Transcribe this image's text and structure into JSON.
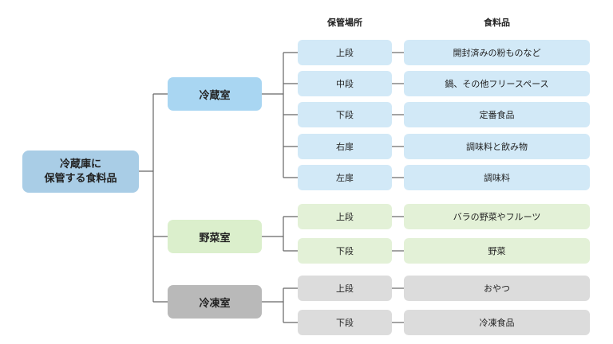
{
  "headers": {
    "place": "保管場所",
    "food": "食料品"
  },
  "root": {
    "line1": "冷蔵庫に",
    "line2": "保管する食料品"
  },
  "categories": [
    {
      "label": "冷蔵室",
      "items": [
        {
          "place": "上段",
          "food": "開封済みの粉ものなど"
        },
        {
          "place": "中段",
          "food": "鍋、その他フリースペース"
        },
        {
          "place": "下段",
          "food": "定番食品"
        },
        {
          "place": "右扉",
          "food": "調味料と飲み物"
        },
        {
          "place": "左扉",
          "food": "調味料"
        }
      ]
    },
    {
      "label": "野菜室",
      "items": [
        {
          "place": "上段",
          "food": "バラの野菜やフルーツ"
        },
        {
          "place": "下段",
          "food": "野菜"
        }
      ]
    },
    {
      "label": "冷凍室",
      "items": [
        {
          "place": "上段",
          "food": "おやつ"
        },
        {
          "place": "下段",
          "food": "冷凍食品"
        }
      ]
    }
  ],
  "colors": {
    "root": "#a9cde6",
    "fridge_category": "#a9d6f2",
    "fridge_item": "#d2e9f7",
    "vegetable_category": "#dbefcc",
    "vegetable_item": "#e3f1d7",
    "freezer_category": "#b9b9b9",
    "freezer_item": "#dcdcdc"
  }
}
